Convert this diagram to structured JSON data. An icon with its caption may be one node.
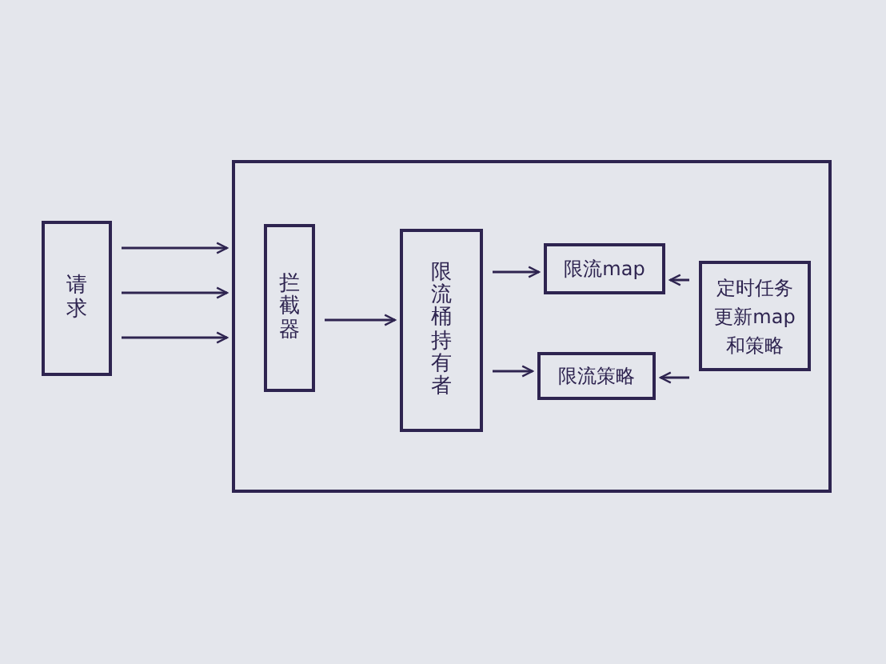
{
  "diagram": {
    "nodes": [
      {
        "text": [
          "请求"
        ]
      },
      {
        "text": [],
        "shape": "box"
      },
      {
        "text": [
          "拦截器"
        ],
        "in": 1
      },
      {
        "text": [
          "限流桶持有者"
        ],
        "in": 1
      },
      {
        "text": [
          "限流map"
        ],
        "in": 1
      },
      {
        "text": [
          "限流策略"
        ],
        "in": 1
      },
      {
        "text": [
          "定时任务更新map和策略"
        ],
        "in": 1
      }
    ],
    "edges": [
      {
        "from": 0,
        "to": 1,
        "arrow": "to"
      },
      {
        "from": 0,
        "to": 1,
        "arrow": "to"
      },
      {
        "from": 0,
        "to": 1,
        "arrow": "to"
      },
      {
        "from": 2,
        "to": 3,
        "arrow": "to"
      },
      {
        "from": 3,
        "to": 4,
        "arrow": "to"
      },
      {
        "from": 3,
        "to": 5,
        "arrow": "to"
      },
      {
        "from": 6,
        "to": 4,
        "arrow": "to"
      },
      {
        "from": 6,
        "to": 5,
        "arrow": "to"
      }
    ]
  }
}
